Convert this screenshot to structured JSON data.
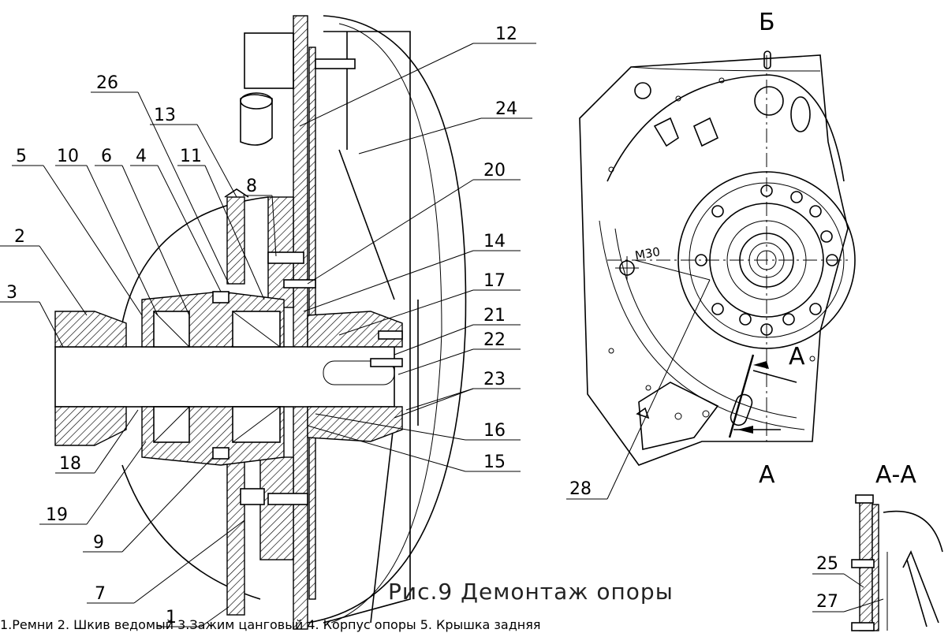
{
  "title": "Рис.9 Демонтаж опоры",
  "section_labels": {
    "top_view": "Б",
    "section_a_left": "А",
    "section_a_right": "А",
    "section_title": "А-А"
  },
  "thread_label": "М30",
  "legend_text": "1.Ремни  2. Шкив ведомый  3.Зажим цанговый  4. Корпус опоры  5. Крышка задняя",
  "callouts": {
    "c1": "1",
    "c2": "2",
    "c3": "3",
    "c4": "4",
    "c5": "5",
    "c6": "6",
    "c7": "7",
    "c8": "8",
    "c9": "9",
    "c10": "10",
    "c11": "11",
    "c12": "12",
    "c13": "13",
    "c14": "14",
    "c15": "15",
    "c16": "16",
    "c17": "17",
    "c18": "18",
    "c19": "19",
    "c20": "20",
    "c21": "21",
    "c22": "22",
    "c23": "23",
    "c24": "24",
    "c25": "25",
    "c26": "26",
    "c27": "27",
    "c28": "28"
  }
}
